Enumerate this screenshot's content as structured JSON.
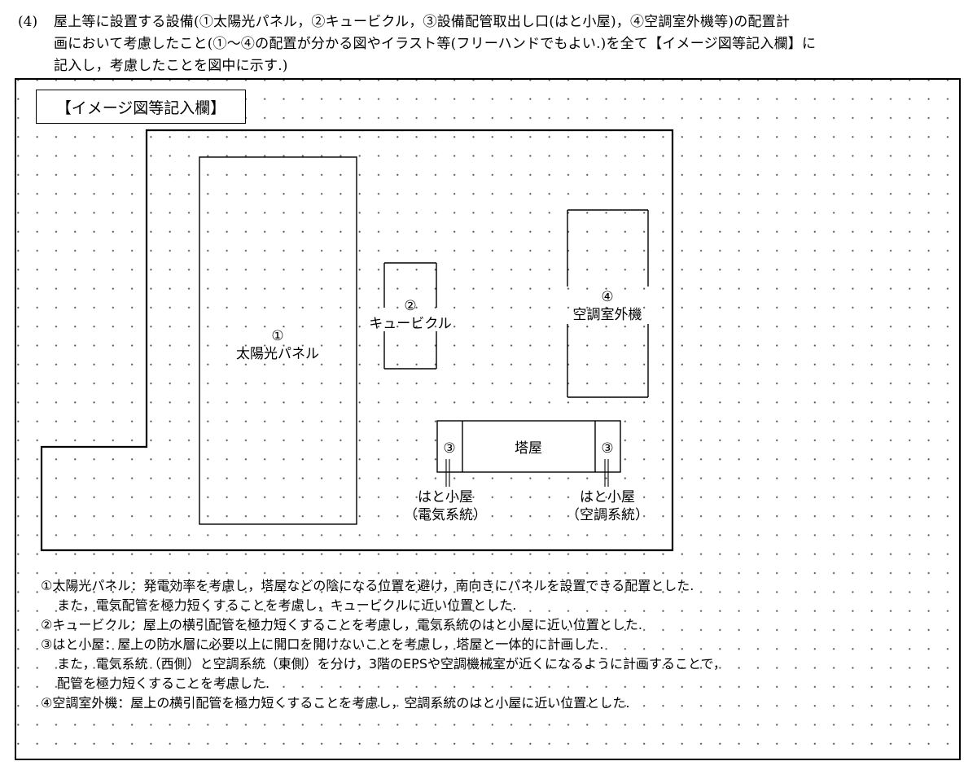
{
  "question": {
    "number": "(4)",
    "lines": [
      "屋上等に設置する設備(①太陽光パネル，②キュービクル，③設備配管取出し口(はと小屋)，④空調室外機等)の配置計",
      "画において考慮したこと(①～④の配置が分かる図やイラスト等(フリーハンドでもよい.)を全て【イメージ図等記入欄】に",
      "記入し，考慮したことを図中に示す.)"
    ]
  },
  "entry_box": {
    "label": "【イメージ図等記入欄】"
  },
  "plan": {
    "solar": {
      "num": "①",
      "name": "太陽光パネル"
    },
    "cubicle": {
      "num": "②",
      "name": "キュービクル"
    },
    "ac_unit": {
      "num": "④",
      "name": "空調室外機"
    },
    "penthouse": {
      "name": "塔屋"
    },
    "pigeon_left": {
      "num": "③",
      "name": "はと小屋",
      "system": "（電気系統）"
    },
    "pigeon_right": {
      "num": "③",
      "name": "はと小屋",
      "system": "（空調系統）"
    }
  },
  "notes": [
    {
      "text": "①太陽光パネル：発電効率を考慮し，塔屋などの陰になる位置を避け，南向きにパネルを設置できる配置とした.",
      "indent": false
    },
    {
      "text": "また，電気配管を極力短くすることを考慮し，キュービクルに近い位置とした.",
      "indent": true
    },
    {
      "text": "②キュービクル：屋上の横引配管を極力短くすることを考慮し，電気系統のはと小屋に近い位置とした.",
      "indent": false
    },
    {
      "text": "③はと小屋：屋上の防水層に必要以上に開口を開けないことを考慮し，塔屋と一体的に計画した.",
      "indent": false
    },
    {
      "text": "また，電気系統（西側）と空調系統（東側）を分け，3階のEPSや空調機械室が近くになるように計画することで，",
      "indent": true
    },
    {
      "text": "配管を極力短くすることを考慮した.",
      "indent": true
    },
    {
      "text": "④空調室外機：屋上の横引配管を極力短くすることを考慮し，空調系統のはと小屋に近い位置とした.",
      "indent": false
    }
  ]
}
